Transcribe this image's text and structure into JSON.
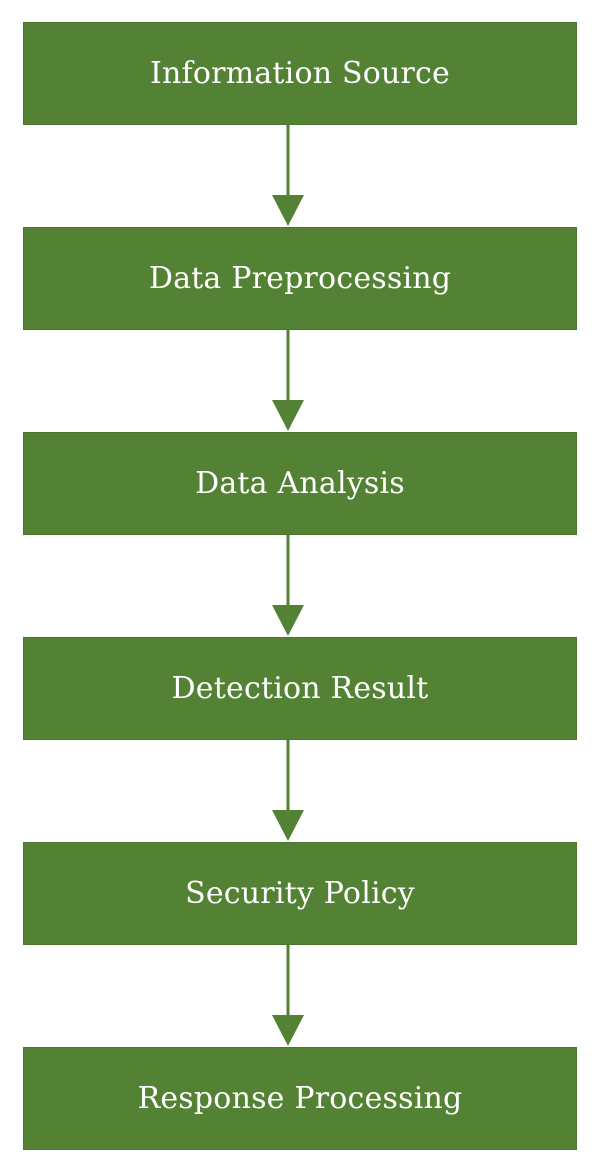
{
  "diagram": {
    "type": "flowchart",
    "direction": "top-to-bottom",
    "colors": {
      "box_fill": "#548235",
      "box_text": "#ffffff",
      "arrow": "#548235",
      "background": "#ffffff"
    },
    "steps": [
      {
        "label": "Information Source"
      },
      {
        "label": "Data Preprocessing"
      },
      {
        "label": "Data Analysis"
      },
      {
        "label": "Detection Result"
      },
      {
        "label": "Security Policy"
      },
      {
        "label": "Response Processing"
      }
    ],
    "edges": [
      {
        "from": "Information Source",
        "to": "Data Preprocessing"
      },
      {
        "from": "Data Preprocessing",
        "to": "Data Analysis"
      },
      {
        "from": "Data Analysis",
        "to": "Detection Result"
      },
      {
        "from": "Detection Result",
        "to": "Security Policy"
      },
      {
        "from": "Security Policy",
        "to": "Response Processing"
      }
    ]
  }
}
